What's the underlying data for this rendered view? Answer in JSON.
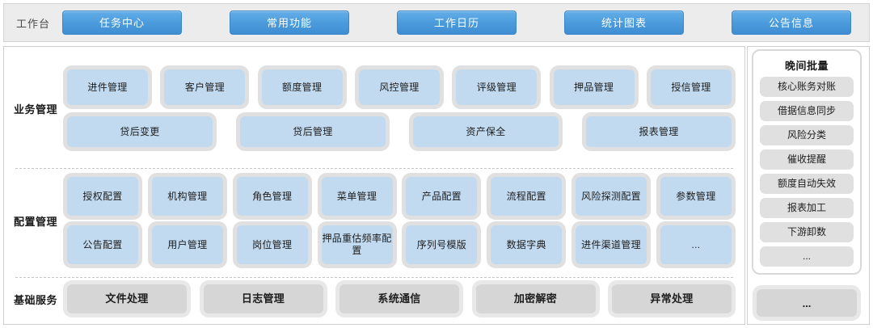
{
  "header": {
    "workbench_label": "工作台",
    "tabs": [
      {
        "label": "任务中心"
      },
      {
        "label": "常用功能"
      },
      {
        "label": "工作日历"
      },
      {
        "label": "统计图表"
      },
      {
        "label": "公告信息"
      }
    ],
    "bar_bg": "#ececec",
    "tab_color": "#4b9bdc"
  },
  "sections": [
    {
      "label": "业务管理",
      "rows": [
        [
          {
            "label": "进件管理"
          },
          {
            "label": "客户管理"
          },
          {
            "label": "额度管理"
          },
          {
            "label": "风控管理"
          },
          {
            "label": "评级管理"
          },
          {
            "label": "押品管理"
          },
          {
            "label": "授信管理"
          }
        ],
        [
          {
            "label": "贷后变更"
          },
          {
            "label": "贷后管理"
          },
          {
            "label": "资产保全"
          },
          {
            "label": "报表管理"
          }
        ]
      ]
    },
    {
      "label": "配置管理",
      "rows": [
        [
          {
            "label": "授权配置"
          },
          {
            "label": "机构管理"
          },
          {
            "label": "角色管理"
          },
          {
            "label": "菜单管理"
          },
          {
            "label": "产品配置"
          },
          {
            "label": "流程配置"
          },
          {
            "label": "风险探测配置"
          },
          {
            "label": "参数管理"
          }
        ],
        [
          {
            "label": "公告配置"
          },
          {
            "label": "用户管理"
          },
          {
            "label": "岗位管理"
          },
          {
            "label": "押品重估频率配置"
          },
          {
            "label": "序列号模版"
          },
          {
            "label": "数据字典"
          },
          {
            "label": "进件渠道管理"
          },
          {
            "label": "..."
          }
        ]
      ]
    },
    {
      "label": "基础服务",
      "rows": [
        [
          {
            "label": "文件处理"
          },
          {
            "label": "日志管理"
          },
          {
            "label": "系统通信"
          },
          {
            "label": "加密解密"
          },
          {
            "label": "异常处理"
          }
        ]
      ]
    }
  ],
  "batch_panel": {
    "title": "晚间批量",
    "items": [
      {
        "label": "核心账务对账"
      },
      {
        "label": "借据信息同步"
      },
      {
        "label": "风险分类"
      },
      {
        "label": "催收提醒"
      },
      {
        "label": "额度自动失效"
      },
      {
        "label": "报表加工"
      },
      {
        "label": "下游卸数"
      },
      {
        "label": "..."
      }
    ],
    "more_label": "...",
    "tile_bg": "#e0e0e0"
  },
  "palette": {
    "tile_blue": "#c2daef",
    "tile_gray": "#d6d6d6",
    "tile_shadow": "#e0e0e0",
    "divider": "#c6c6c6",
    "card_border": "#cfcfcf"
  }
}
